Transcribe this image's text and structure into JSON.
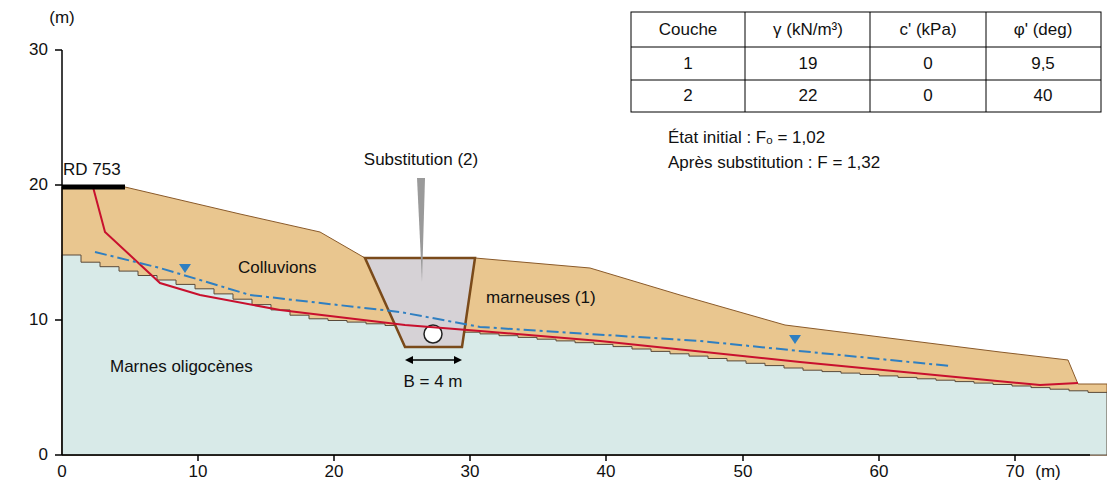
{
  "diagram": {
    "labels": [
      "(m)",
      "30",
      "20",
      "10",
      "0",
      "0",
      "10",
      "20",
      "30",
      "40",
      "50",
      "60",
      "70",
      "(m)",
      "RD 753",
      "Substitution (2)",
      "Colluvions",
      "marneuses (1)",
      "Marnes oligocènes",
      "B = 4 m",
      "Couche",
      "γ (kN/m³)",
      "c' (kPa)",
      "φ' (deg)",
      "1",
      "19",
      "0",
      "9,5",
      "2",
      "22",
      "0",
      "40",
      "État initial : Fₒ = 1,02",
      "Après substitution : F = 1,32"
    ]
  }
}
